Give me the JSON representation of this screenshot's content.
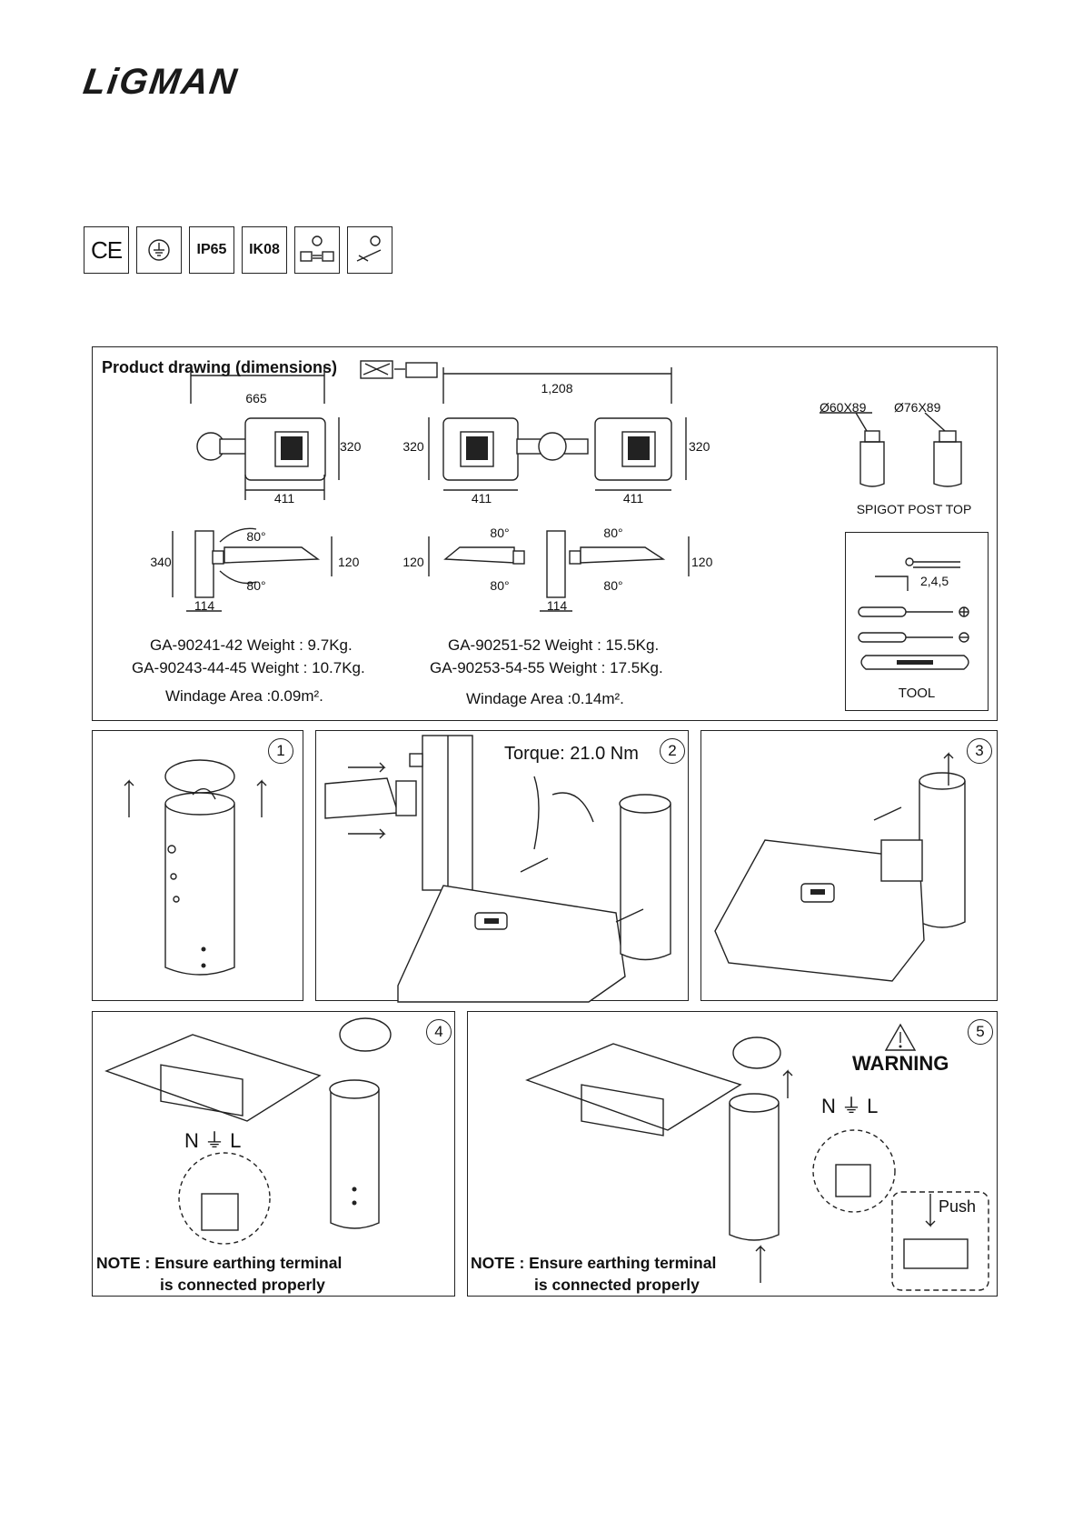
{
  "brand": {
    "logo_text": "LiGMAN"
  },
  "badges": [
    {
      "icon": "ce-mark-icon",
      "text": "CE"
    },
    {
      "icon": "earth-ground-icon",
      "text": ""
    },
    {
      "icon": "ip-rating-badge",
      "text": "IP65"
    },
    {
      "icon": "ik-rating-badge",
      "text": "IK08"
    },
    {
      "icon": "replaceable-light-source-icon",
      "text": ""
    },
    {
      "icon": "replaceable-control-gear-icon",
      "text": ""
    }
  ],
  "product_drawing": {
    "title": "Product drawing (dimensions)",
    "single": {
      "width": "665",
      "body_width": "411",
      "height": "320",
      "pole_height": "340",
      "side_height": "120",
      "angle_top": "80°",
      "angle_bottom": "80°",
      "spigot_offset": "114",
      "weight_1": "GA-90241-42 Weight : 9.7Kg.",
      "weight_2": "GA-90243-44-45 Weight : 10.7Kg.",
      "windage": "Windage Area :0.09m²."
    },
    "double": {
      "width": "1,208",
      "body_width_left": "411",
      "body_width_right": "411",
      "height_left": "320",
      "height_right": "320",
      "side_height_left": "120",
      "side_height_right": "120",
      "angle_top_left": "80°",
      "angle_top_right": "80°",
      "angle_bottom_left": "80°",
      "angle_bottom_right": "80°",
      "spigot_offset": "114",
      "weight_1": "GA-90251-52 Weight : 15.5Kg.",
      "weight_2": "GA-90253-54-55 Weight : 17.5Kg.",
      "windage": "Windage Area :0.14m²."
    },
    "spigot": {
      "size_1": "Ø60X89",
      "size_2": "Ø76X89",
      "label": "SPIGOT POST TOP"
    },
    "tool": {
      "allen_sizes": "2,4,5",
      "label": "TOOL"
    }
  },
  "steps": [
    {
      "number": "1"
    },
    {
      "number": "2",
      "torque": "Torque: 21.0 Nm"
    },
    {
      "number": "3"
    },
    {
      "number": "4",
      "wiring": "N ⏚ L",
      "note_line1": "NOTE : Ensure earthing terminal",
      "note_line2": "is connected properly"
    },
    {
      "number": "5",
      "warning": "WARNING",
      "wiring": "N ⏚ L",
      "push": "Push",
      "note_line1": "NOTE : Ensure earthing terminal",
      "note_line2": "is connected properly"
    }
  ]
}
